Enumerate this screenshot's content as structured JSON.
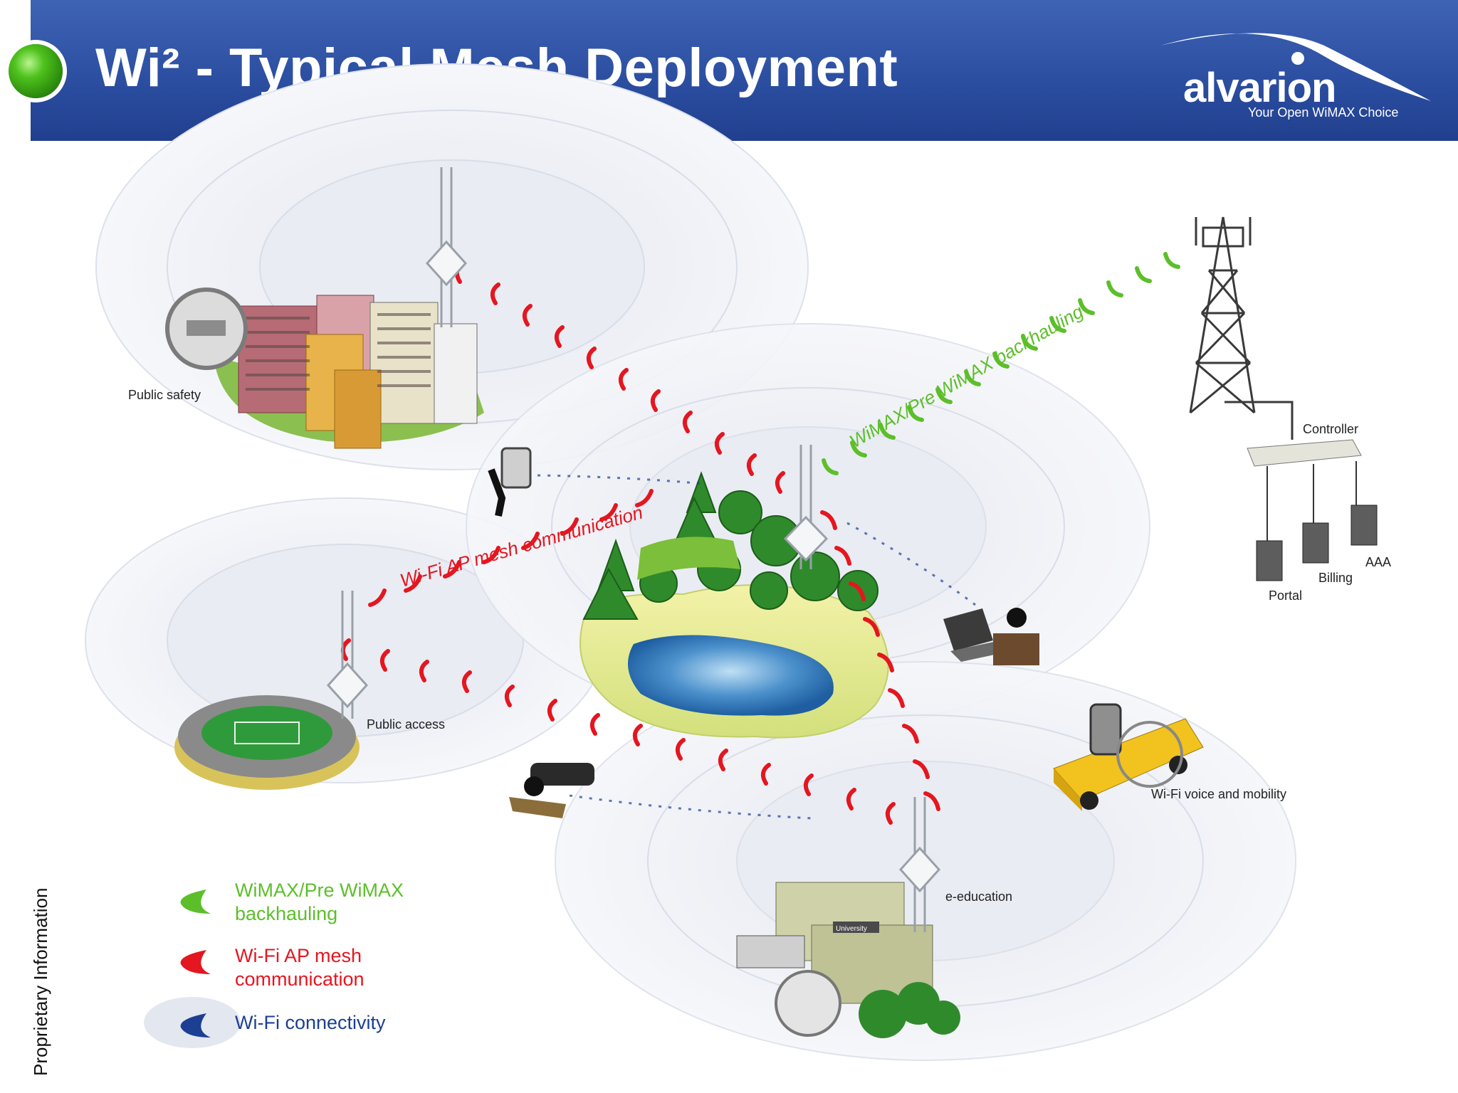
{
  "slide": {
    "title": "Wi² - Typical Mesh Deployment",
    "side_label": "Proprietary Information"
  },
  "logo": {
    "wordmark": "alvarion",
    "tagline": "Your Open WiMAX Choice"
  },
  "diagram": {
    "path_labels": {
      "wimax_backhaul": "WiMAX/Pre WiMAX backhauling",
      "mesh": "Wi-Fi AP mesh communication"
    },
    "site_labels": {
      "public_safety": "Public safety",
      "public_access": "Public access",
      "e_education": "e-education",
      "voice_mobility": "Wi-Fi voice and mobility",
      "controller": "Controller",
      "portal": "Portal",
      "billing": "Billing",
      "aaa": "AAA",
      "university_sign": "University"
    }
  },
  "legend": {
    "items": [
      {
        "line1": "WiMAX/Pre WiMAX",
        "line2": "backhauling",
        "color": "#5cbf2a"
      },
      {
        "line1": "Wi-Fi AP mesh",
        "line2": "communication",
        "color": "#e4161f"
      },
      {
        "line1": "Wi-Fi connectivity",
        "line2": "",
        "color": "#1c3f93"
      }
    ]
  },
  "colors": {
    "header_blue": "#2c4fa2",
    "backhaul_green": "#5cbf2a",
    "mesh_red": "#e4161f",
    "wifi_blue": "#1c3f93"
  }
}
